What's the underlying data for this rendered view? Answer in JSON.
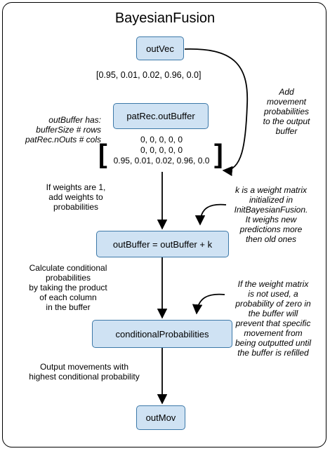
{
  "title": "BayesianFusion",
  "nodes": {
    "outvec": "outVec",
    "patrec": "patRec.outBuffer",
    "update": "outBuffer = outBuffer + k",
    "cond": "conditionalProbabilities",
    "outmov": "outMov"
  },
  "outvec_values": "[0.95, 0.01, 0.02, 0.96, 0.0]",
  "matrix_rows": [
    "0, 0, 0, 0, 0",
    "0, 0, 0, 0, 0",
    "0.95, 0.01, 0.02, 0.96, 0.0"
  ],
  "brackets": {
    "left": "[",
    "right": "]"
  },
  "notes": {
    "add_movement": [
      "Add",
      "movement",
      "probabilities",
      "to the output",
      "buffer"
    ],
    "outbuffer_has": [
      "outBuffer has:",
      "bufferSize # rows",
      "patRec.nOuts # cols"
    ],
    "weights_one": [
      "If weights are 1,",
      "add weights to",
      "probabilities"
    ],
    "k_matrix": [
      "k is a weight matrix",
      "initialized in",
      "InitBayesianFusion.",
      "It weighs new",
      "predictions more",
      "then old ones"
    ],
    "calc_cond": [
      "Calculate conditional",
      "probabilities",
      "by taking the product",
      "of each column",
      "in the buffer"
    ],
    "weight_unused": [
      "If the weight matrix",
      "is not used, a",
      "probability of zero in",
      "the buffer will",
      "prevent that specific",
      "movement from",
      "being outputted until",
      "the buffer is refilled"
    ],
    "output_mov": [
      "Output movements with",
      "highest conditional probability"
    ]
  }
}
